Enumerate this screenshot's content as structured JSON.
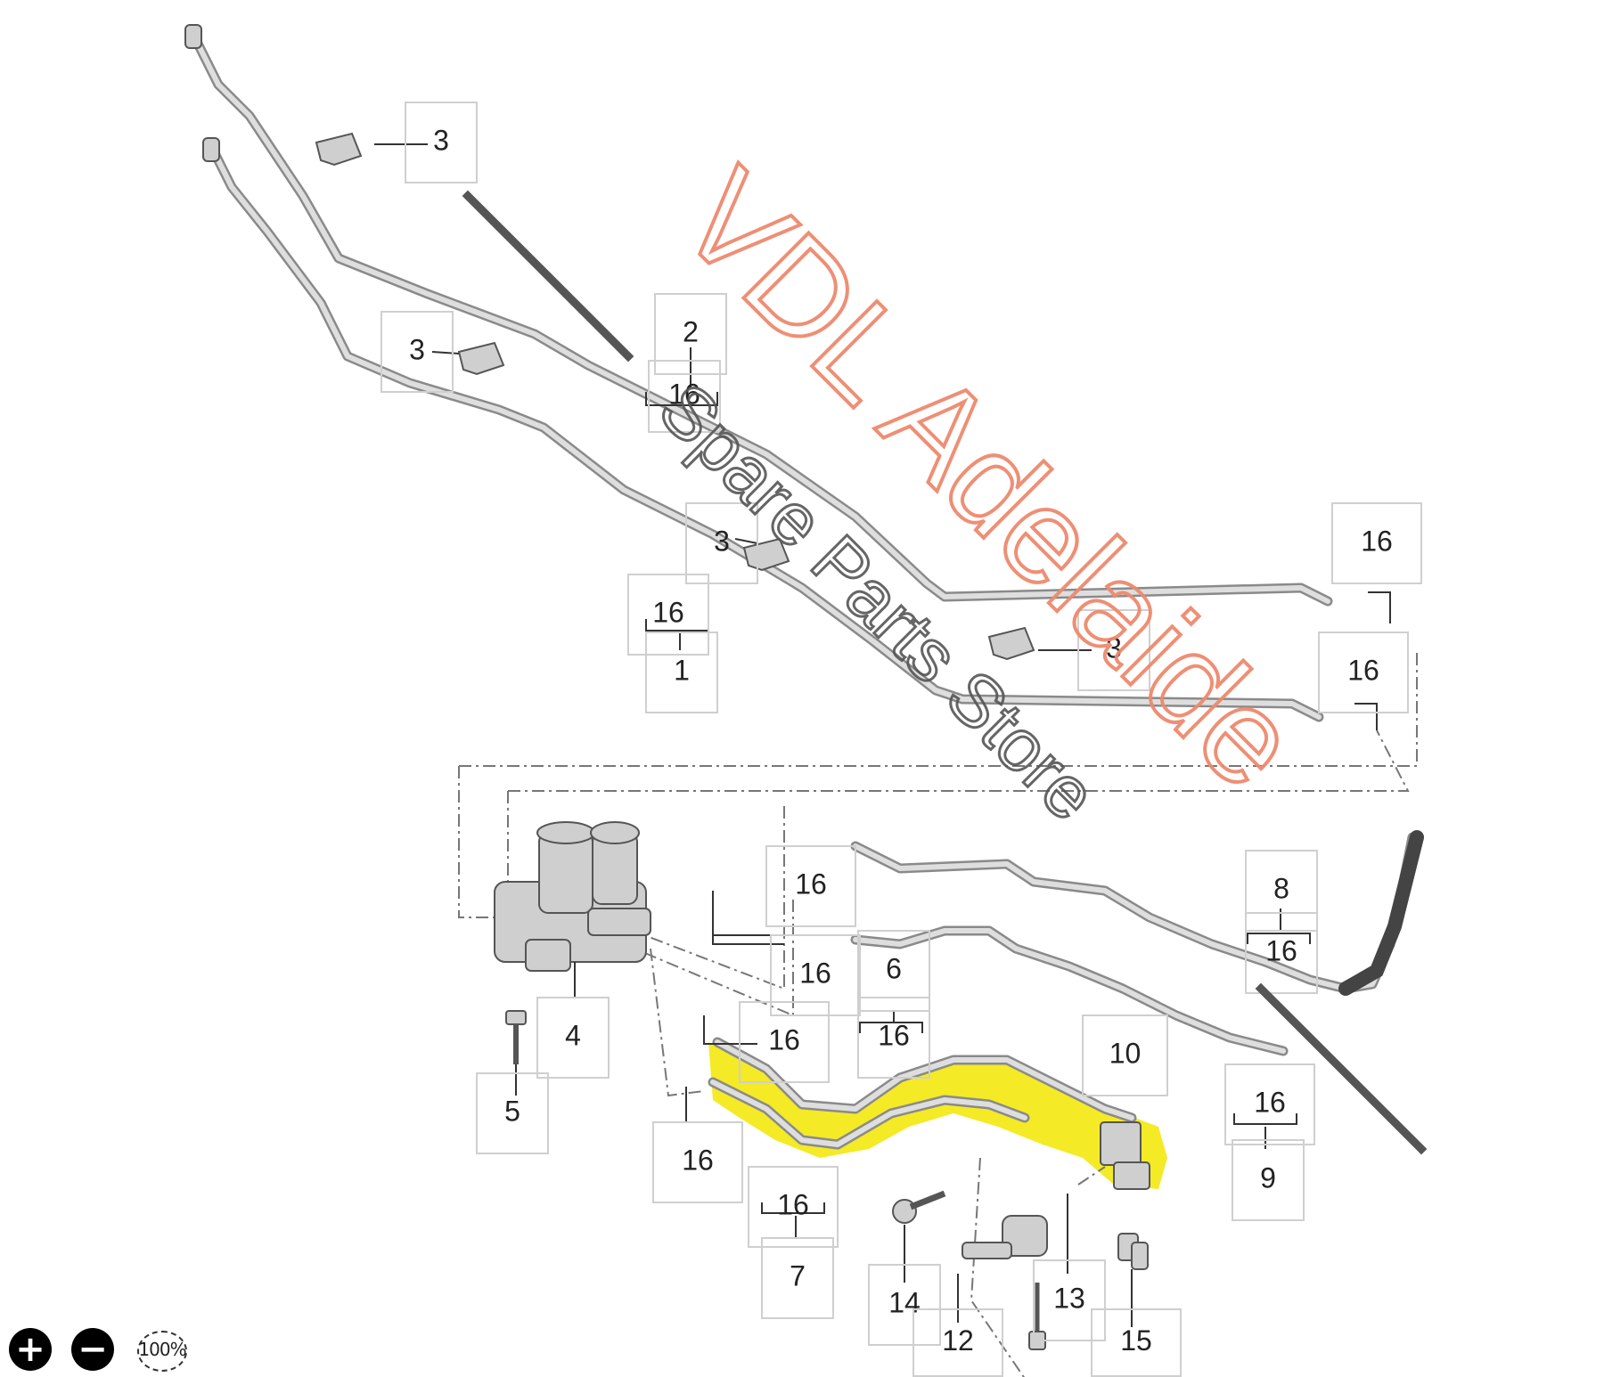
{
  "diagram": {
    "callouts": [
      {
        "label": "3"
      },
      {
        "label": "3"
      },
      {
        "label": "2"
      },
      {
        "label": "16"
      },
      {
        "label": "3"
      },
      {
        "label": "16"
      },
      {
        "label": "1"
      },
      {
        "label": "16"
      },
      {
        "label": "3"
      },
      {
        "label": "16"
      },
      {
        "label": "4"
      },
      {
        "label": "5"
      },
      {
        "label": "16"
      },
      {
        "label": "16"
      },
      {
        "label": "16"
      },
      {
        "label": "6"
      },
      {
        "label": "16"
      },
      {
        "label": "16"
      },
      {
        "label": "16"
      },
      {
        "label": "7"
      },
      {
        "label": "8"
      },
      {
        "label": "16"
      },
      {
        "label": "10"
      },
      {
        "label": "16"
      },
      {
        "label": "9"
      },
      {
        "label": "14"
      },
      {
        "label": "13"
      },
      {
        "label": "12"
      },
      {
        "label": "15"
      }
    ],
    "highlight_color": "#f2e600",
    "pipe_color": "#8a8a8a"
  },
  "watermark": {
    "line1": "VDL Adelaide",
    "line2": "Spare Parts Store",
    "line1_color": "#ee8a6e",
    "line2_color": "#555555"
  },
  "zoom": {
    "in_label": "+",
    "out_label": "−",
    "reset_label": "100%"
  }
}
